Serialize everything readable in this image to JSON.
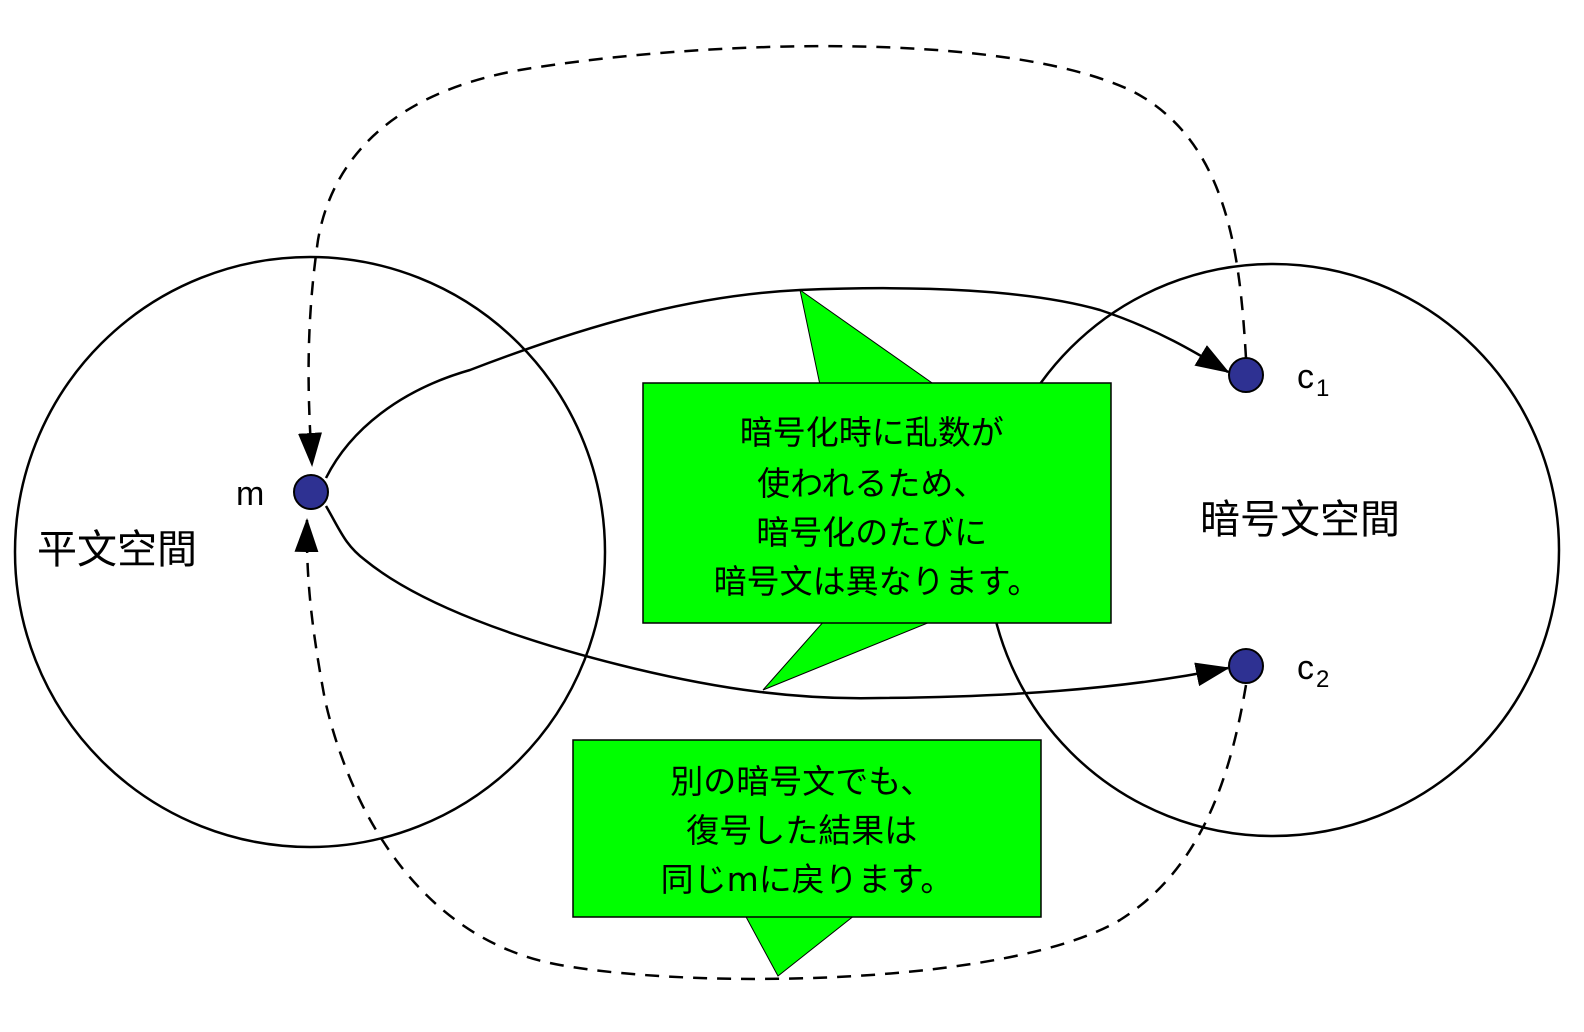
{
  "plaintext_space": {
    "label": "平文空間"
  },
  "ciphertext_space": {
    "label": "暗号文空間"
  },
  "points": {
    "m": {
      "label": "m"
    },
    "c1": {
      "label": "c",
      "subscript": "1"
    },
    "c2": {
      "label": "c",
      "subscript": "2"
    }
  },
  "callout_encrypt": {
    "lines": [
      "暗号化時に乱数が",
      "使われるため、",
      "暗号化のたびに",
      "暗号文は異なります。"
    ]
  },
  "callout_decrypt": {
    "lines": [
      "別の暗号文でも、",
      "復号した結果は",
      "同じmに戻ります。"
    ]
  },
  "colors": {
    "callout_fill": "#00ff00",
    "point_fill": "#2e3192",
    "line": "#000000"
  }
}
